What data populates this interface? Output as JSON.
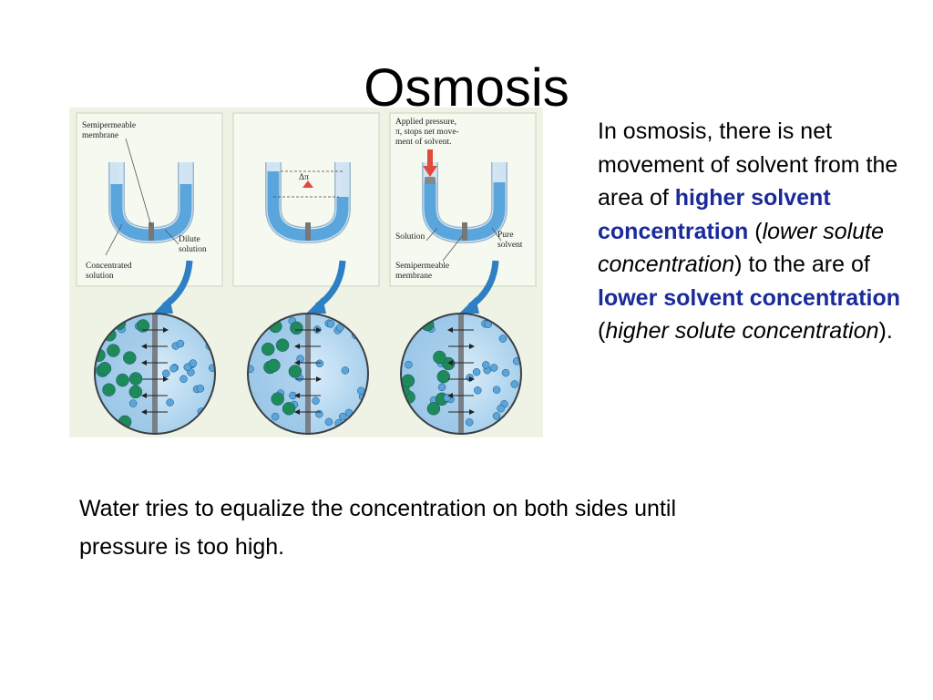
{
  "slide": {
    "title": "Osmosis"
  },
  "figure": {
    "panels": [
      {
        "labels": {
          "membrane_top_1": "Semipermeable",
          "membrane_top_2": "membrane",
          "dilute_1": "Dilute",
          "dilute_2": "solution",
          "concentrated_1": "Concentrated",
          "concentrated_2": "solution"
        }
      },
      {
        "labels": {
          "delta_pi": "Δπ"
        }
      },
      {
        "labels": {
          "applied_1": "Applied pressure,",
          "applied_2": "π, stops net move-",
          "applied_3": "ment  of solvent.",
          "solution": "Solution",
          "pure_1": "Pure",
          "pure_2": "solvent",
          "membrane_bottom_1": "Semipermeable",
          "membrane_bottom_2": "membrane"
        }
      }
    ],
    "colors": {
      "panel_bg": "#eef3e6",
      "panel_inner": "#f6f9f0",
      "water": "#5aa6dc",
      "solute": "#1e8a5a",
      "arrow": "#2f7fc4",
      "pressure_arrow": "#e04b3b"
    }
  },
  "side_text": {
    "p1": "In osmosis, there is net movement of solvent from the area of ",
    "h1": "higher solvent concentration",
    "p2": " (",
    "i1": "lower solute concentration",
    "p3": ") to the are of ",
    "h2": "lower solvent concentration",
    "p4": " (",
    "i2": "higher solute concentration",
    "p5": ")."
  },
  "bottom_text": {
    "line": "Water tries to equalize the concentration on both sides until pressure is too high."
  }
}
